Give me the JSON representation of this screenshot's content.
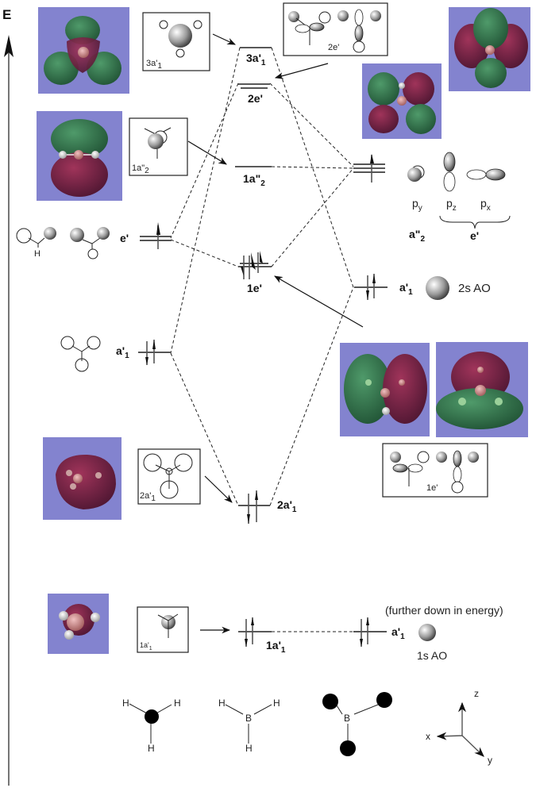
{
  "axis": {
    "label": "E"
  },
  "mo_levels": {
    "l_3a1": {
      "label": "3a'",
      "sub": "1"
    },
    "l_2e": {
      "label": "2e'"
    },
    "l_1a2": {
      "label": "1a\"",
      "sub": "2"
    },
    "l_1e": {
      "label": "1e'"
    },
    "l_2a1": {
      "label": "2a'",
      "sub": "1"
    },
    "l_1a1": {
      "label": "1a'",
      "sub": "1"
    }
  },
  "ligand_group_orbitals": {
    "e_prime": {
      "label": "e'"
    },
    "a1_prime": {
      "label": "a'",
      "sub": "1"
    },
    "h_label": "H"
  },
  "boron_atomic_orbitals": {
    "p_set": {
      "py": {
        "label": "p",
        "sub": "y"
      },
      "pz": {
        "label": "p",
        "sub": "z"
      },
      "px": {
        "label": "p",
        "sub": "x"
      },
      "a2_label": {
        "label": "a\"",
        "sub": "2"
      },
      "e_label": "e'"
    },
    "s2": {
      "sym": "a'",
      "sub": "1",
      "name": "2s AO"
    },
    "s1": {
      "sym": "a'",
      "sub": "1",
      "name": "1s AO"
    }
  },
  "boxes": {
    "box_3a1": {
      "label": "3a'",
      "sub": "1"
    },
    "box_2e": {
      "label": "2e'"
    },
    "box_1a2": {
      "label": "1a\"",
      "sub": "2"
    },
    "box_1e": {
      "label": "1e'"
    },
    "box_2a1": {
      "label": "2a'",
      "sub": "1"
    },
    "box_1a1": {
      "label": "1a'",
      "sub": "1"
    }
  },
  "notes": {
    "further_down": "(further down in energy)"
  },
  "structures": {
    "h": "H",
    "b": "B"
  },
  "axes_legend": {
    "x": "x",
    "y": "y",
    "z": "z"
  },
  "colors": {
    "mo_background": "#8383cf",
    "positive_lobe": "#2e6b45",
    "negative_lobe": "#7a2040",
    "boron_atom": "#d08a8a",
    "hydrogen_atom": "#e8e8e8"
  }
}
